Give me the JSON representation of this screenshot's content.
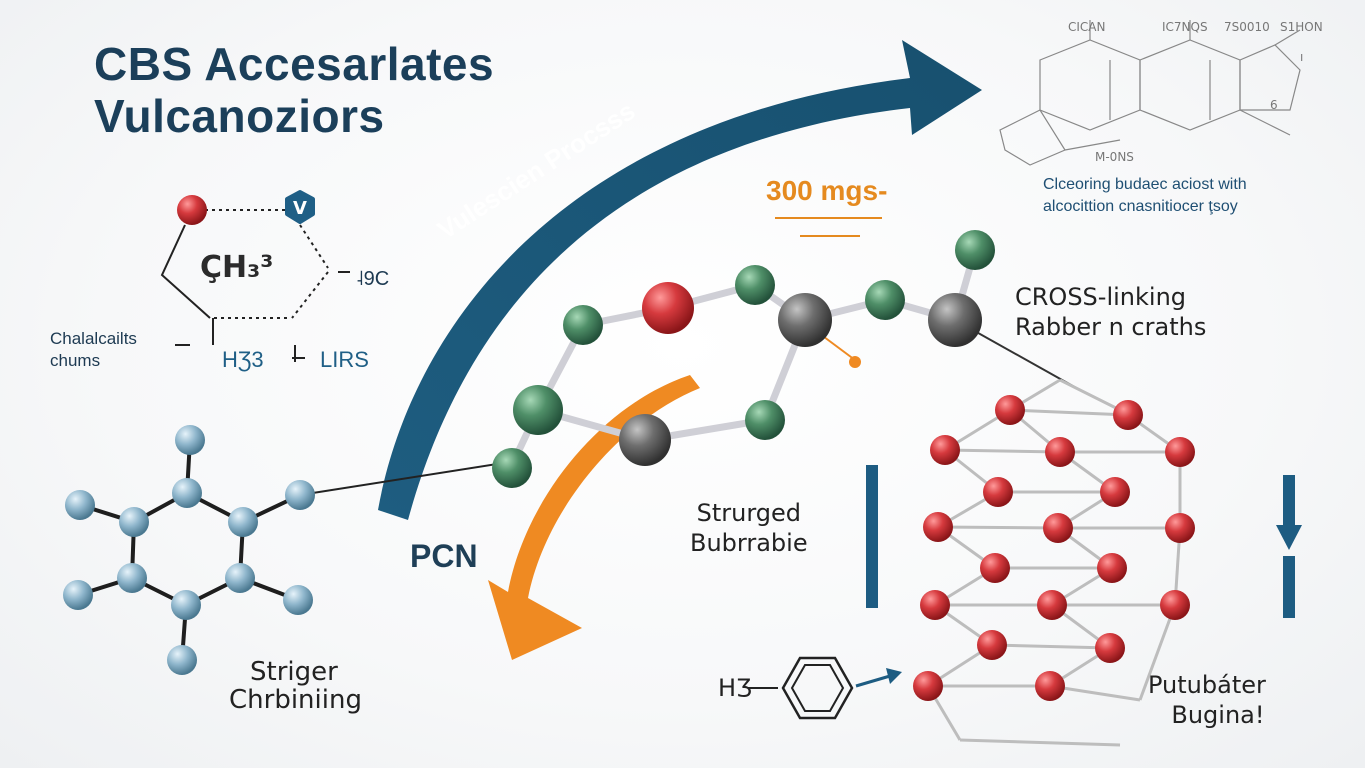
{
  "title": {
    "line1": "CBS Accesarlates",
    "line2": "Vulcanoziors"
  },
  "left_molecule": {
    "formula": "ÇH₃³",
    "hex_letter": "V",
    "right_label": "˨9C",
    "left_label_line1": "Chalalcailts",
    "left_label_line2": "chums",
    "bottom_left_label": "HƷ3",
    "bottom_right_label": "LIRS"
  },
  "ring_caption": {
    "line1": "Striger",
    "line2": "Chrbiniing"
  },
  "arc_label": "Vulescien Procsss",
  "pcn_label": "PCN",
  "dose_label": "300 mgs-",
  "top_right_structure": {
    "labels": [
      "CICAN",
      "IC7NQS",
      "7S0010",
      "S1HON"
    ],
    "side_label": "M-0NS",
    "marker": "ı",
    "marker2": "6"
  },
  "top_right_caption": {
    "line1": "Clceoring budaec aciost with",
    "line2": "alcocittion cnasnitiocer ţsoy"
  },
  "crosslink_label": {
    "line1": "CROSS-linking",
    "line2": "Rabber n craths"
  },
  "middle_right_label": {
    "line1": "Strurged",
    "line2": "Bubrrabie"
  },
  "benzene_label": "HƷ",
  "bottom_right_label": {
    "line1": "Putubáter",
    "line2": "Bugina!"
  },
  "colors": {
    "title": "#1b3f5a",
    "arrow_blue": "#1d5c82",
    "arrow_orange": "#ef8a22",
    "atom_red": "#d1363a",
    "atom_green": "#4f8f68",
    "atom_gray": "#6b6b6b",
    "atom_blue": "#8fb6cc",
    "dose_orange": "#e58a1f"
  }
}
